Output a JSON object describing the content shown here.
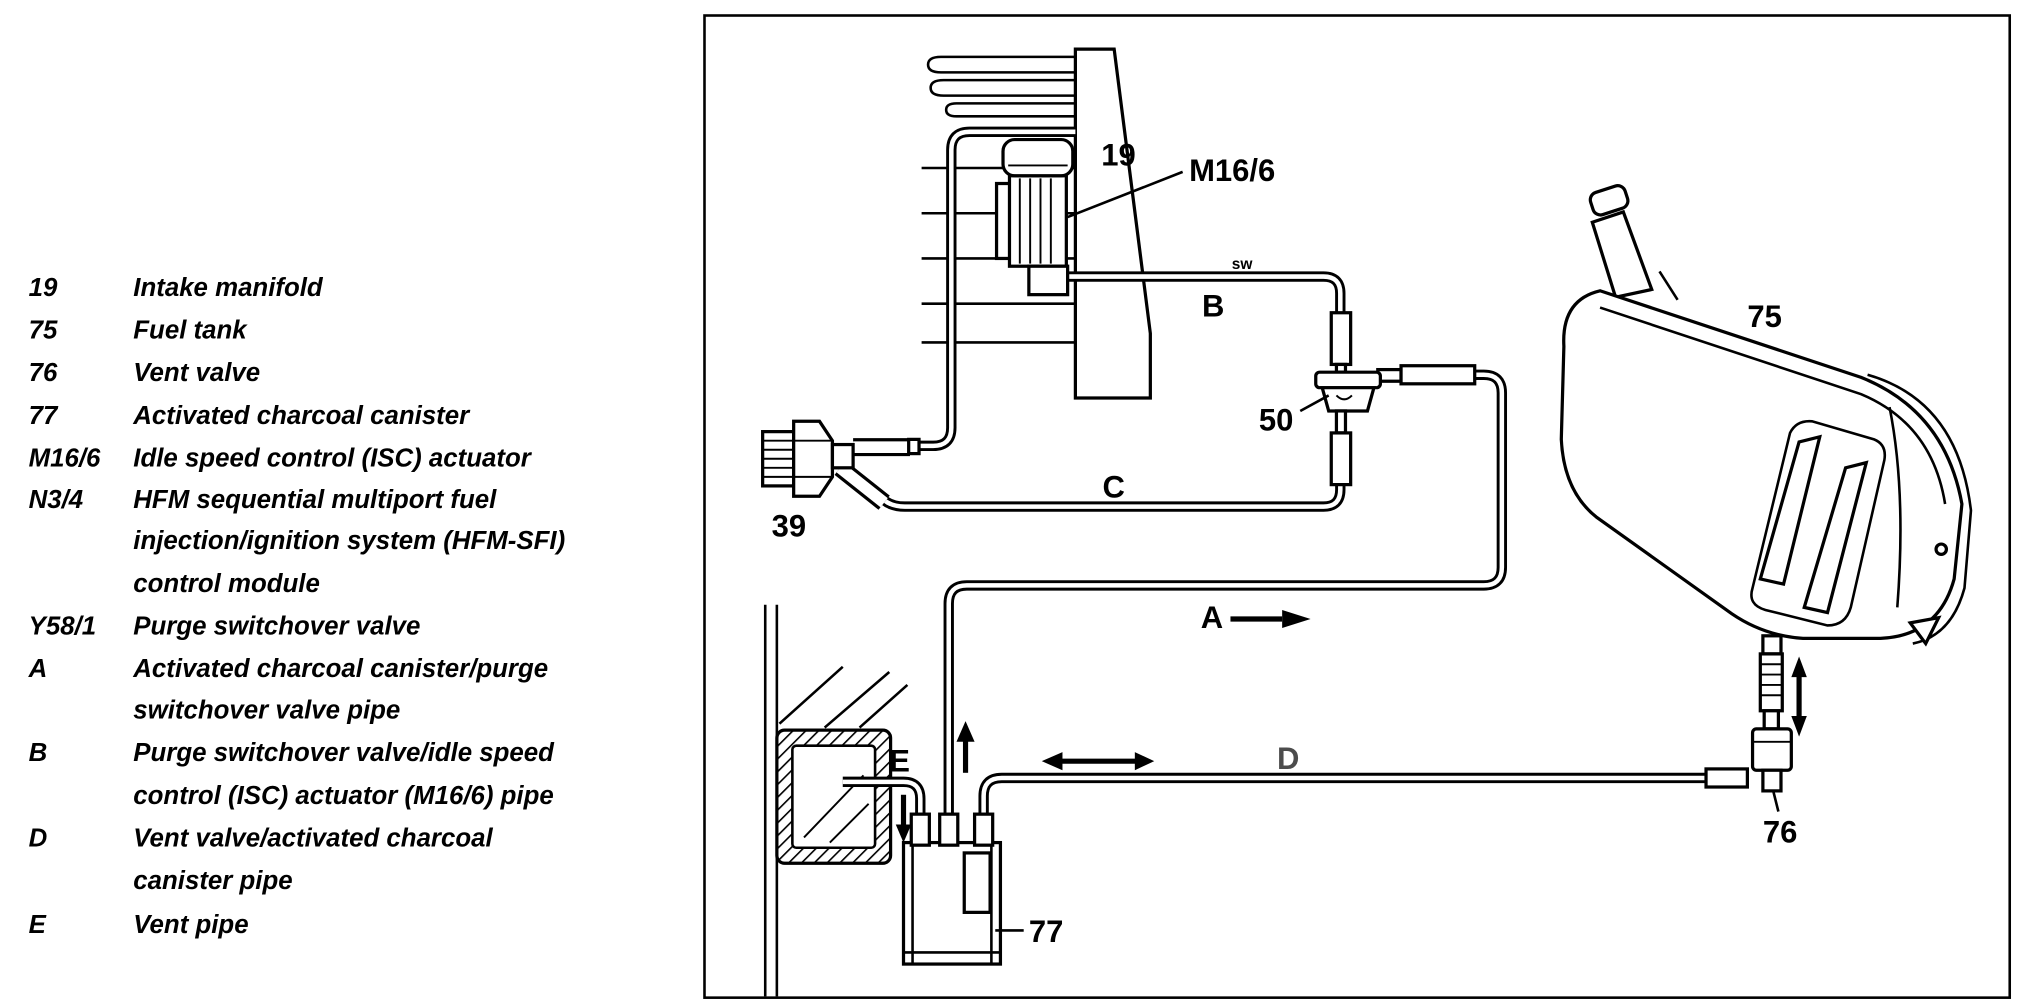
{
  "legend": [
    {
      "code": "19",
      "lines": [
        "Intake manifold"
      ]
    },
    {
      "code": "75",
      "lines": [
        "Fuel tank"
      ]
    },
    {
      "code": "76",
      "lines": [
        "Vent valve"
      ]
    },
    {
      "code": "77",
      "lines": [
        "Activated charcoal canister"
      ]
    },
    {
      "code": "M16/6",
      "lines": [
        "Idle speed control (ISC) actuator"
      ]
    },
    {
      "code": "N3/4",
      "lines": [
        "HFM sequential multiport fuel",
        "injection/ignition system (HFM-SFI)",
        "control module"
      ]
    },
    {
      "code": "Y58/1",
      "lines": [
        "Purge switchover valve"
      ]
    },
    {
      "code": "A",
      "lines": [
        "Activated charcoal canister/purge",
        "switchover valve pipe"
      ]
    },
    {
      "code": "B",
      "lines": [
        "Purge switchover valve/idle speed",
        "control (ISC) actuator (M16/6) pipe"
      ]
    },
    {
      "code": "D",
      "lines": [
        "Vent valve/activated charcoal",
        "canister pipe"
      ]
    },
    {
      "code": "E",
      "lines": [
        "Vent pipe"
      ]
    }
  ],
  "diagram": {
    "intake_manifold_label": "19",
    "isc_actuator_label": "M16/6",
    "pipe_b_color_label": "sw",
    "pipe_b_label": "B",
    "purge_valve_label": "50",
    "pipe_c_label": "C",
    "fitting_label": "39",
    "pipe_a_label": "A",
    "fuel_tank_label": "75",
    "pipe_d_label": "D",
    "pipe_e_label": "E",
    "vent_valve_label": "76",
    "canister_label": "77"
  }
}
